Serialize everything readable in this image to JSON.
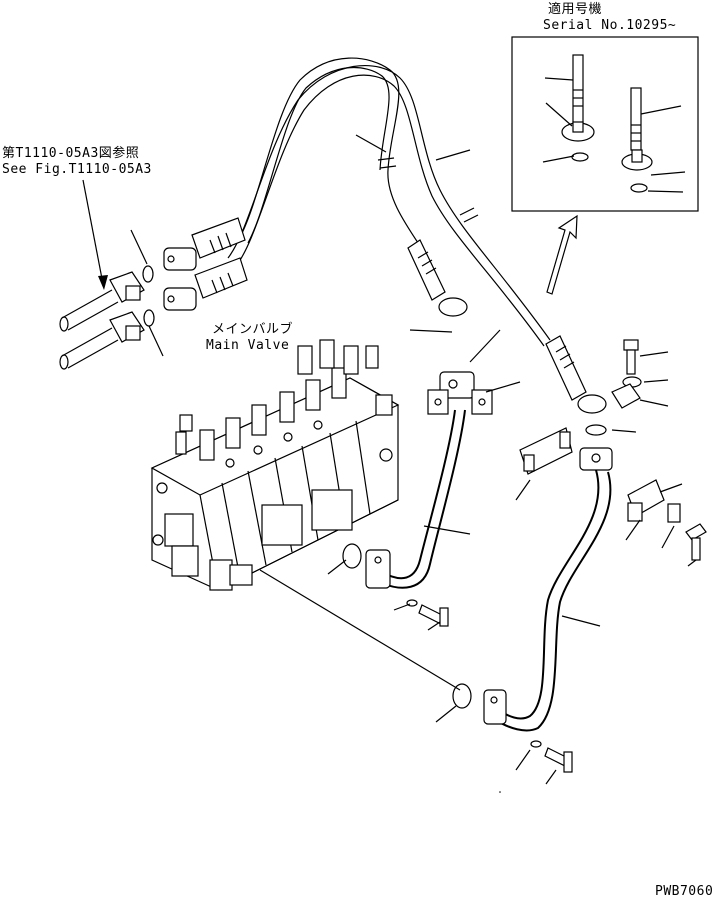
{
  "inset": {
    "title_jp": "適用号機",
    "title_en": "Serial No.10295~"
  },
  "reference": {
    "text_jp": "第T1110-05A3図参照",
    "text_en": "See Fig.T1110-05A3"
  },
  "main_valve": {
    "label_jp": "メインバルブ",
    "label_en": "Main Valve"
  },
  "drawing_code": "PWB7060"
}
